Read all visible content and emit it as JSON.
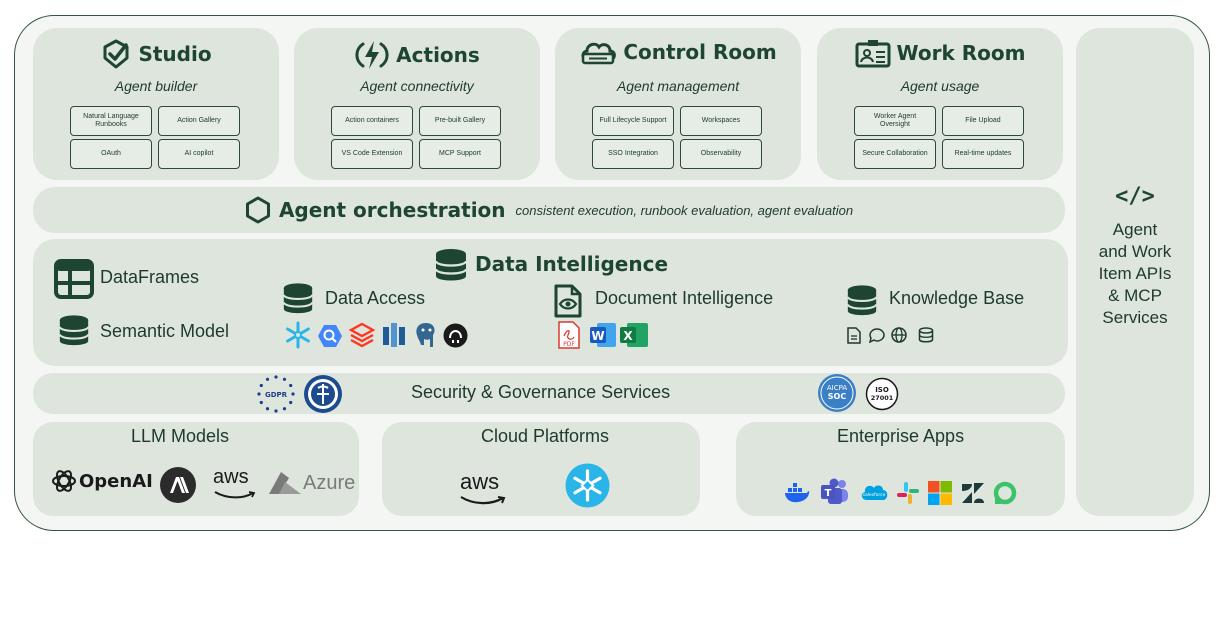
{
  "cards": [
    {
      "title": "Studio",
      "subtitle": "Agent builder",
      "icon": "studio-check-icon",
      "features": [
        "Natural Language Runbooks",
        "Action Gallery",
        "OAuth",
        "AI copilot"
      ]
    },
    {
      "title": "Actions",
      "subtitle": "Agent connectivity",
      "icon": "lightning-icon",
      "features": [
        "Action containers",
        "Pre-built Gallery",
        "VS Code Extension",
        "MCP Support"
      ]
    },
    {
      "title": "Control Room",
      "subtitle": "Agent management",
      "icon": "cloud-server-icon",
      "features": [
        "Full Lifecycle Support",
        "Workspaces",
        "SSO Integration",
        "Observability"
      ]
    },
    {
      "title": "Work Room",
      "subtitle": "Agent usage",
      "icon": "id-badge-icon",
      "features": [
        "Worker Agent Oversight",
        "File Upload",
        "Secure Collaboration",
        "Real-time updates"
      ]
    }
  ],
  "orchestration": {
    "title": "Agent orchestration",
    "description": "consistent execution, runbook evaluation, agent evaluation"
  },
  "data_intelligence": {
    "title": "Data Intelligence",
    "left_items": [
      "DataFrames",
      "Semantic Model"
    ],
    "data_access": "Data Access",
    "document_intelligence": "Document Intelligence",
    "knowledge_base": "Knowledge Base",
    "data_access_icons": [
      "snowflake-icon",
      "bigquery-icon",
      "databricks-icon",
      "redshift-icon",
      "postgres-icon",
      "github-icon"
    ],
    "document_icons": [
      "pdf-icon",
      "word-icon",
      "excel-icon"
    ],
    "pdf_label": "PDF",
    "word_letter": "W",
    "excel_letter": "X"
  },
  "security": {
    "title": "Security & Governance Services",
    "gdpr": "GDPR",
    "aicpa": "AICPA",
    "soc": "SOC",
    "iso": "ISO",
    "iso_num": "27001"
  },
  "llm": {
    "title": "LLM Models",
    "openai": "OpenAI",
    "aws": "aws",
    "azure": "Azure"
  },
  "cloud": {
    "title": "Cloud Platforms",
    "aws": "aws"
  },
  "enterprise": {
    "title": "Enterprise Apps",
    "teams_letter": "T",
    "salesforce": "salesforce",
    "icons": [
      "docker-icon",
      "teams-icon",
      "salesforce-icon",
      "slack-icon",
      "microsoft-icon",
      "zendesk-icon",
      "ring-icon"
    ]
  },
  "apis": {
    "code_symbol": "</>",
    "lines": [
      "Agent",
      "and Work",
      "Item APIs",
      "& MCP",
      "Services"
    ]
  },
  "colors": {
    "panel": "#dde5dd",
    "accent": "#1d4530",
    "border": "#33553f"
  }
}
